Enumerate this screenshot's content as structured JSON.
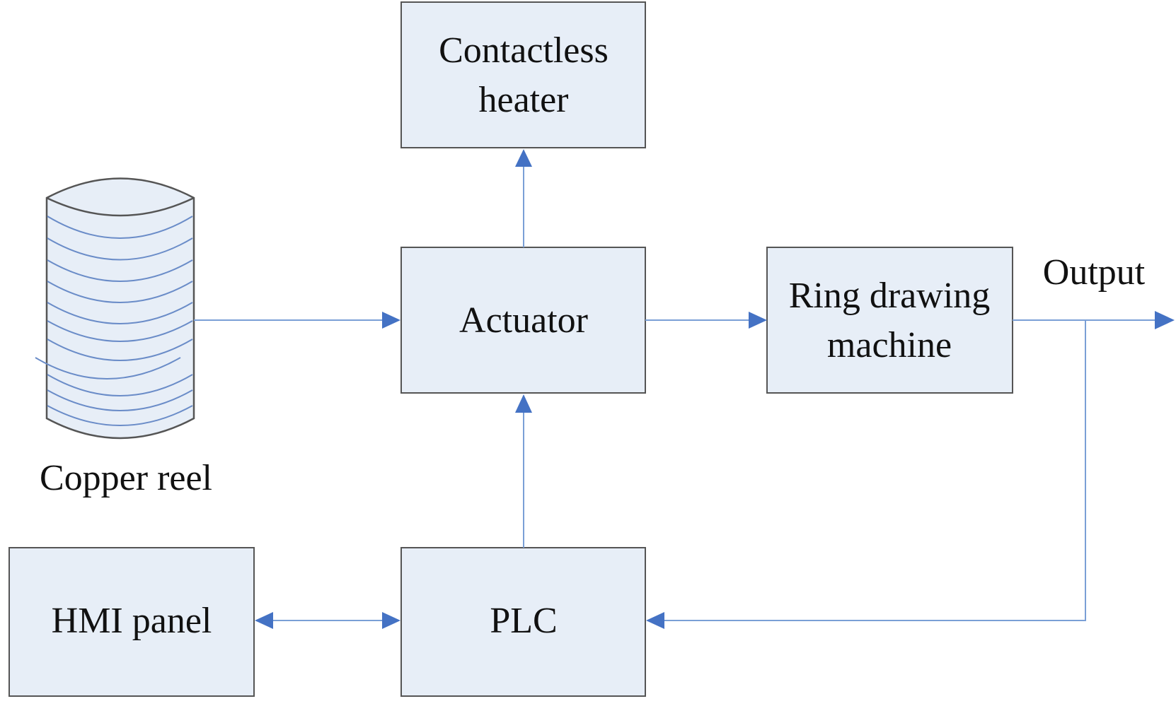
{
  "diagram": {
    "title": "Copper ring drawing control system",
    "nodes": {
      "heater": {
        "lines": [
          "Contactless",
          "heater"
        ]
      },
      "actuator": {
        "label": "Actuator"
      },
      "ring_machine": {
        "lines": [
          "Ring drawing",
          "machine"
        ]
      },
      "hmi": {
        "label": "HMI panel"
      },
      "plc": {
        "label": "PLC"
      },
      "reel": {
        "label": "Copper reel"
      }
    },
    "output_label": "Output",
    "edges": [
      {
        "from": "Copper reel",
        "to": "Actuator",
        "direction": "forward"
      },
      {
        "from": "Actuator",
        "to": "Contactless heater",
        "direction": "forward"
      },
      {
        "from": "Actuator",
        "to": "Ring drawing machine",
        "direction": "forward"
      },
      {
        "from": "Ring drawing machine",
        "to": "Output",
        "direction": "forward"
      },
      {
        "from": "Output",
        "to": "PLC",
        "direction": "feedback"
      },
      {
        "from": "PLC",
        "to": "Actuator",
        "direction": "forward"
      },
      {
        "from": "HMI panel",
        "to": "PLC",
        "direction": "bidirectional"
      }
    ],
    "colors": {
      "block_fill": "#e7eef7",
      "block_stroke": "#555555",
      "connector": "#7a9fd6",
      "arrowhead": "#4472c4"
    }
  }
}
